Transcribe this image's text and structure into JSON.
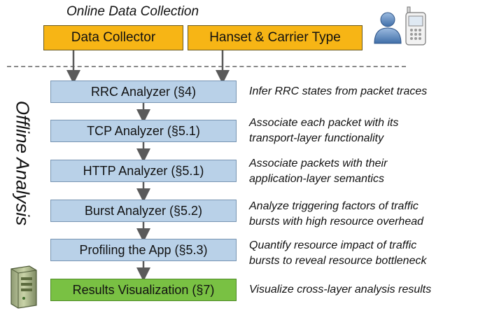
{
  "header": {
    "title": "Online Data Collection",
    "boxes": [
      "Data Collector",
      "Hanset & Carrier Type"
    ]
  },
  "side_label": "Offline Analysis",
  "stages": [
    {
      "label": "RRC Analyzer (§4)",
      "desc": [
        "Infer RRC states from packet traces"
      ]
    },
    {
      "label": "TCP Analyzer (§5.1)",
      "desc": [
        "Associate each packet with its",
        "transport-layer functionality"
      ]
    },
    {
      "label": "HTTP Analyzer (§5.1)",
      "desc": [
        "Associate packets with their",
        "application-layer semantics"
      ]
    },
    {
      "label": "Burst Analyzer (§5.2)",
      "desc": [
        "Analyze triggering factors of traffic",
        "bursts with high resource overhead"
      ]
    },
    {
      "label": "Profiling the App (§5.3)",
      "desc": [
        "Quantify resource impact of traffic",
        "bursts to reveal resource bottleneck"
      ]
    },
    {
      "label": "Results Visualization (§7)",
      "desc": [
        "Visualize cross-layer analysis results"
      ]
    }
  ],
  "colors": {
    "collector": "#f7b515",
    "stage": "#b9d1e8",
    "final": "#79c143"
  },
  "icons": [
    "user-icon",
    "phone-icon",
    "server-icon"
  ]
}
